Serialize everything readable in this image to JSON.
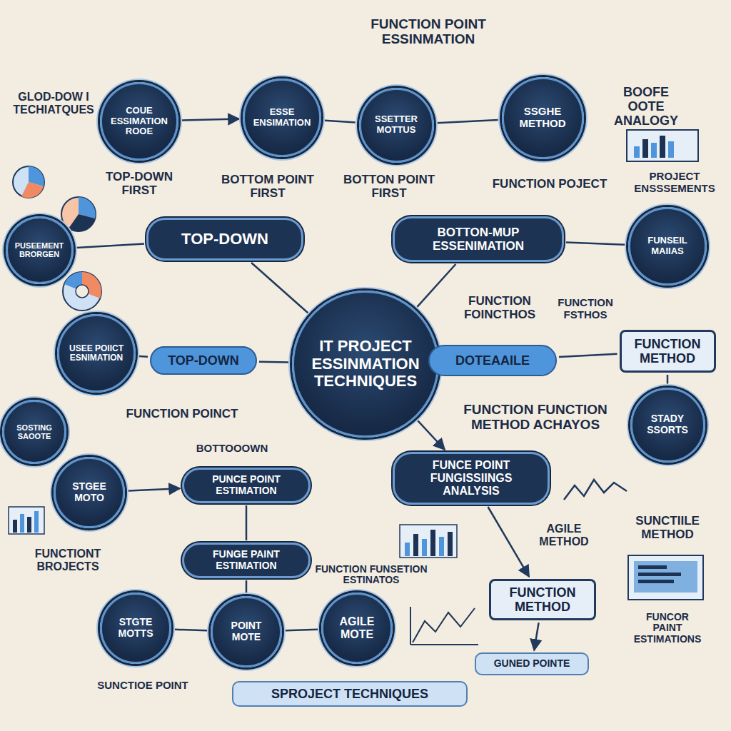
{
  "diagram": {
    "nodes": [
      {
        "text": [
          "IT PROJECT ESSINMATION TECHNIQUES"
        ]
      },
      {
        "text": [
          "COUE ESSIMATION ROOE"
        ]
      },
      {
        "text": [
          "ESSE ENSIMATION"
        ]
      },
      {
        "text": [
          "SSETTER MOTTUS"
        ]
      },
      {
        "text": [
          "SSGHE METHOD"
        ]
      },
      {
        "text": [
          "PUSEEMENT BRORGEN"
        ]
      },
      {
        "text": [
          "TOP-DOWN"
        ]
      },
      {
        "text": [
          "BOTTON-MUP ESSENIMATION"
        ]
      },
      {
        "text": [
          "FUNSEIL MAIIAS"
        ]
      },
      {
        "text": [
          "USEE POIICT ESNIMATION"
        ]
      },
      {
        "text": [
          "TOP-DOWN"
        ]
      },
      {
        "text": [
          "DOTEAAILE"
        ]
      },
      {
        "text": [
          "FUNCTION METHOD"
        ]
      },
      {
        "text": [
          "SOSTING SAOOTE"
        ]
      },
      {
        "text": [
          "STADY SSORTS"
        ]
      },
      {
        "text": [
          "FUNCE POINT FUNGISSIINGS ANALYSIS"
        ]
      },
      {
        "text": [
          "STGEE MOTO"
        ]
      },
      {
        "text": [
          "PUNCE POINT ESTIMATION"
        ]
      },
      {
        "text": [
          "FUNGE PAINT ESTIMATION"
        ]
      },
      {
        "text": [
          "FUNCTION METHOD"
        ]
      },
      {
        "text": [
          "STGTE MOTTS"
        ]
      },
      {
        "text": [
          "POINT MOTE"
        ]
      },
      {
        "text": [
          "AGILE MOTE"
        ]
      },
      {
        "text": [
          "GUNED POINTE"
        ]
      },
      {
        "text": [
          "SPROJECT TECHNIQUES"
        ]
      }
    ],
    "edges": [
      {
        "from": 0,
        "to": 6,
        "arrow": "none"
      },
      {
        "from": 0,
        "to": 7,
        "arrow": "none"
      },
      {
        "from": 0,
        "to": 10,
        "arrow": "none"
      },
      {
        "from": 0,
        "to": 11,
        "arrow": "none"
      },
      {
        "from": 0,
        "to": 15,
        "arrow": "to"
      },
      {
        "from": 1,
        "to": 2,
        "arrow": "to"
      },
      {
        "from": 2,
        "to": 3,
        "arrow": "none"
      },
      {
        "from": 3,
        "to": 4,
        "arrow": "none"
      },
      {
        "from": 6,
        "to": 5,
        "arrow": "none"
      },
      {
        "from": 7,
        "to": 8,
        "arrow": "none"
      },
      {
        "from": 9,
        "to": 10,
        "arrow": "none"
      },
      {
        "from": 11,
        "to": 12,
        "arrow": "none"
      },
      {
        "from": 12,
        "to": 14,
        "arrow": "none"
      },
      {
        "from": 16,
        "to": 17,
        "arrow": "to"
      },
      {
        "from": 17,
        "to": 18,
        "arrow": "none"
      },
      {
        "from": 18,
        "to": 21,
        "arrow": "none"
      },
      {
        "from": 20,
        "to": 21,
        "arrow": "none"
      },
      {
        "from": 21,
        "to": 22,
        "arrow": "none"
      },
      {
        "from": 15,
        "to": 19,
        "arrow": "to"
      },
      {
        "from": 19,
        "to": 23,
        "arrow": "to"
      }
    ],
    "labels": [
      "FUNCTION POINT ESSINMATION",
      "GLOD-DOW I TECHIATQUES",
      "BOOFE OOTE ANALOGY",
      "TOP-DOWN FIRST",
      "BOTTOM POINT FIRST",
      "BOTTON POINT FIRST",
      "FUNCTION POJECT",
      "PROJECT ENSSSEMENTS",
      "FUNCTION FOINCTHOS",
      "FUNCTION FSTHOS",
      "FUNCTION POINCT",
      "BOTTOOOWN",
      "FUNCTION FUNCTION METHOD ACHAYOS",
      "AGILE METHOD",
      "SUNCTIILE METHOD",
      "FUNCTIONT BROJECTS",
      "FUNCTION FUNSETION ESTINATOS",
      "FUNCOR PAINT ESTIMATIONS",
      "SUNCTIOE POINT"
    ]
  }
}
